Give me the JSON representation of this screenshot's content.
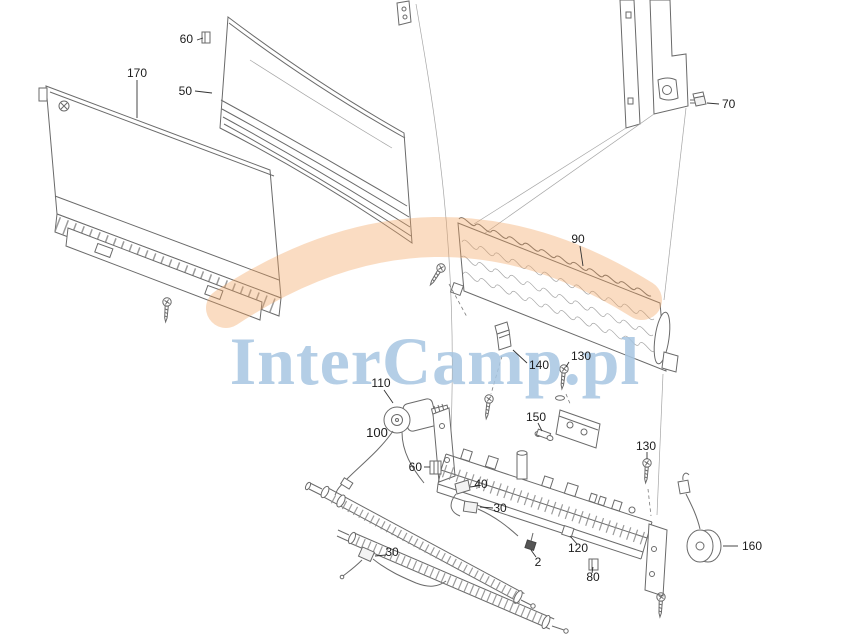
{
  "watermark": {
    "text": "InterCamp.pl",
    "text_color": "#a7c6e2",
    "arc_color": "#f2a35e"
  },
  "diagram": {
    "line_color": "#6a6a6a",
    "label_color": "#1c1c1c",
    "highlight_label_color": "#e8671b"
  },
  "labels": [
    {
      "text": "60"
    },
    {
      "text": "170"
    },
    {
      "text": "50"
    },
    {
      "text": "70"
    },
    {
      "text": "90"
    },
    {
      "text": "140"
    },
    {
      "text": "130"
    },
    {
      "text": "110"
    },
    {
      "text": "100"
    },
    {
      "text": "150"
    },
    {
      "text": "130"
    },
    {
      "text": "60"
    },
    {
      "text": "40"
    },
    {
      "text": "30"
    },
    {
      "text": "30"
    },
    {
      "text": "120"
    },
    {
      "text": "2"
    },
    {
      "text": "80"
    },
    {
      "text": "160"
    }
  ]
}
